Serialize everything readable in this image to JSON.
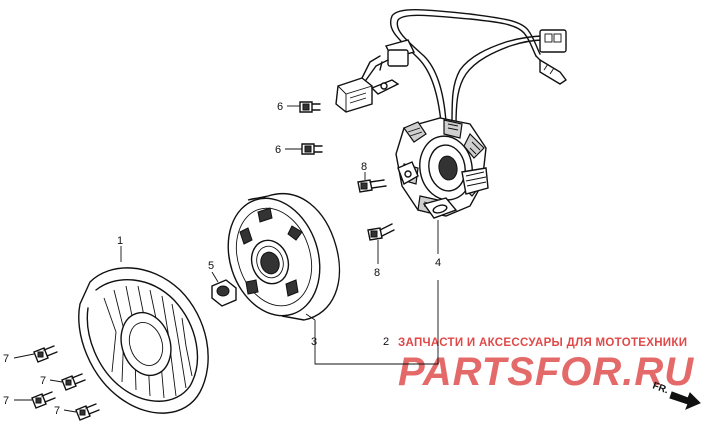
{
  "callouts": {
    "fan": "1",
    "flywheel_assy": "2",
    "flywheel": "3",
    "stator": "4",
    "nut": "5",
    "bolt_6a": "6",
    "bolt_6b": "6",
    "bolt_7a": "7",
    "bolt_7b": "7",
    "bolt_7c": "7",
    "bolt_7d": "7",
    "bolt_8a": "8",
    "bolt_8b": "8"
  },
  "direction": {
    "label": "FR."
  },
  "watermark": {
    "subtitle": "ЗАПЧАСТИ И АКСЕССУАРЫ ДЛЯ МОТОТЕХНИКИ",
    "brand": "PARTSFOR.RU"
  }
}
